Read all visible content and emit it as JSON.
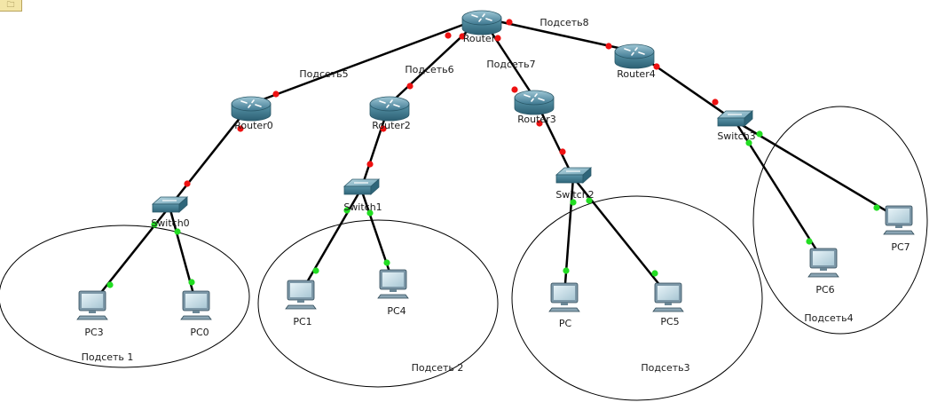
{
  "note": {
    "glyph": "🗀"
  },
  "colors": {
    "link": "#000000",
    "port_up": "#22dd22",
    "port_down": "#ee1111",
    "ellipse": "#000000",
    "router_body": "#4e8ca3",
    "switch_body": "#5f93a8",
    "pc_body": "#8aa4b3"
  },
  "devices": [
    {
      "id": "router-main",
      "kind": "router",
      "label": "Router"
    },
    {
      "id": "router0",
      "kind": "router",
      "label": "Router0"
    },
    {
      "id": "router2",
      "kind": "router",
      "label": "Router2"
    },
    {
      "id": "router3",
      "kind": "router",
      "label": "Router3"
    },
    {
      "id": "router4",
      "kind": "router",
      "label": "Router4"
    },
    {
      "id": "switch0",
      "kind": "switch",
      "label": "Switch0"
    },
    {
      "id": "switch1",
      "kind": "switch",
      "label": "Switch1"
    },
    {
      "id": "switch2",
      "kind": "switch",
      "label": "Switch2"
    },
    {
      "id": "switch3",
      "kind": "switch",
      "label": "Switch3"
    },
    {
      "id": "pc3",
      "kind": "pc",
      "label": "PC3"
    },
    {
      "id": "pc0",
      "kind": "pc",
      "label": "PC0"
    },
    {
      "id": "pc1",
      "kind": "pc",
      "label": "PC1"
    },
    {
      "id": "pc4",
      "kind": "pc",
      "label": "PC4"
    },
    {
      "id": "pc",
      "kind": "pc",
      "label": "PC"
    },
    {
      "id": "pc5",
      "kind": "pc",
      "label": "PC5"
    },
    {
      "id": "pc6",
      "kind": "pc",
      "label": "PC6"
    },
    {
      "id": "pc7",
      "kind": "pc",
      "label": "PC7"
    }
  ],
  "links": [
    {
      "from": "router-main",
      "to": "router0",
      "status": "down"
    },
    {
      "from": "router-main",
      "to": "router2",
      "status": "down"
    },
    {
      "from": "router-main",
      "to": "router3",
      "status": "down"
    },
    {
      "from": "router-main",
      "to": "router4",
      "status": "down"
    },
    {
      "from": "router0",
      "to": "switch0",
      "status": "down"
    },
    {
      "from": "router2",
      "to": "switch1",
      "status": "down"
    },
    {
      "from": "router3",
      "to": "switch2",
      "status": "down"
    },
    {
      "from": "router4",
      "to": "switch3",
      "status": "down"
    },
    {
      "from": "switch0",
      "to": "pc3",
      "status": "up"
    },
    {
      "from": "switch0",
      "to": "pc0",
      "status": "up"
    },
    {
      "from": "switch1",
      "to": "pc1",
      "status": "up"
    },
    {
      "from": "switch1",
      "to": "pc4",
      "status": "up"
    },
    {
      "from": "switch2",
      "to": "pc",
      "status": "up"
    },
    {
      "from": "switch2",
      "to": "pc5",
      "status": "up"
    },
    {
      "from": "switch3",
      "to": "pc6",
      "status": "up"
    },
    {
      "from": "switch3",
      "to": "pc7",
      "status": "up"
    }
  ],
  "subnet_labels": [
    "Подсеть5",
    "Подсеть6",
    "Подсеть7",
    "Подсеть8",
    "Подсеть 1",
    "Подсеть 2",
    "Подсеть3",
    "Подсеть4"
  ]
}
